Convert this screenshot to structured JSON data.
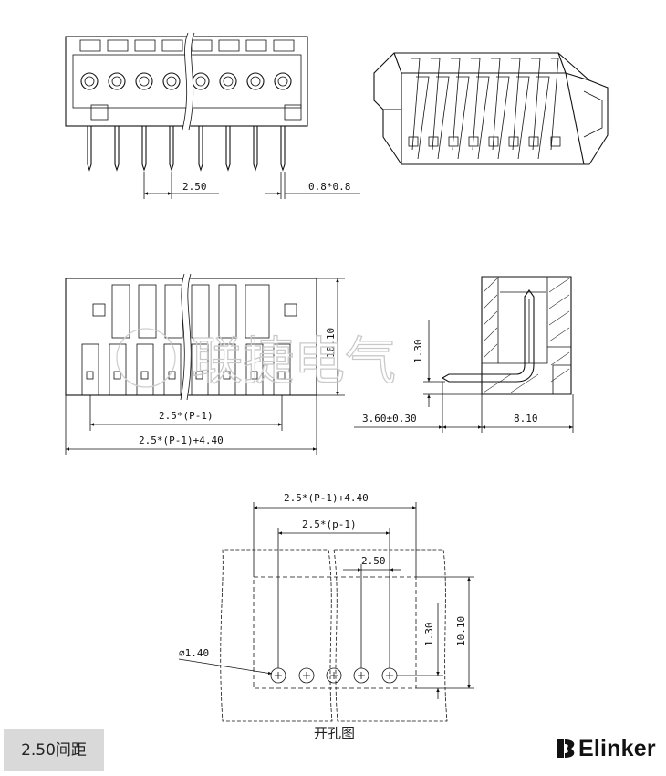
{
  "labels": {
    "pitch": "2.50",
    "pin_section": "0.8*0.8",
    "span_formula": "2.5*(P-1)",
    "overall_formula": "2.5*(P-1)+4.40",
    "height": "10.10",
    "pin_height": "1.30",
    "offset": "3.60±0.30",
    "depth": "8.10",
    "hole_overall": "2.5*(P-1)+4.40",
    "hole_span": "2.5*(p-1)",
    "hole_pitch": "2.50",
    "hole_row": "1.30",
    "hole_height": "10.10",
    "hole_diameter": "⌀1.40",
    "hole_caption": "开孔图"
  },
  "watermark": "联捷电气",
  "badge": "2.50间距",
  "brand": {
    "name": "Elinker"
  }
}
